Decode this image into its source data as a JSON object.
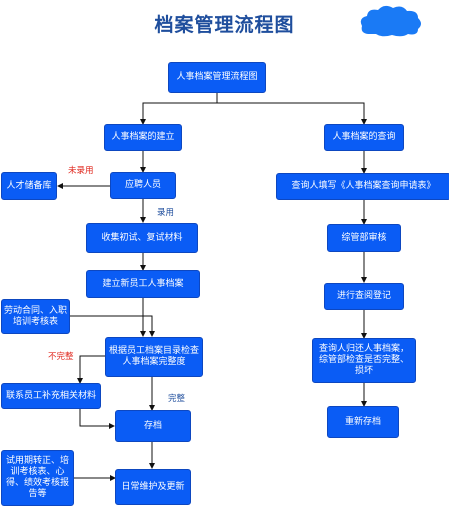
{
  "title": "档案管理流程图",
  "colors": {
    "box": "#0a5cf5",
    "title": "#1f4e9d",
    "cloud": "#1a7af5",
    "line": "#111111",
    "reject": "#e0261c"
  },
  "icons": {
    "decoration": "cloud-icon"
  },
  "nodes": {
    "root": "人事档案管理流程图",
    "build": "人事档案的建立",
    "query": "人事档案的查询",
    "talent_pool": "人才储备库",
    "applicant": "应聘人员",
    "collect": "收集初试、复试材料",
    "create_file": "建立新员工人事档案",
    "contract": "劳动合同、入职培训考核表",
    "check": "根据员工档案目录检查人事档案完整度",
    "supplement": "联系员工补充相关材料",
    "archive": "存档",
    "probation": "试用期转正、培训考核表、心得、绩效考核报告等",
    "maintain": "日常维护及更新",
    "fill_form": "查询人填写《人事档案查询申请表》",
    "approve": "综管部审核",
    "register": "进行查阅登记",
    "return": "查询人归还人事档案，综管部检查是否完整、损坏",
    "re_archive": "重新存档"
  },
  "edge_labels": {
    "not_hired": "未录用",
    "hired": "录用",
    "incomplete": "不完整",
    "complete": "完整"
  }
}
